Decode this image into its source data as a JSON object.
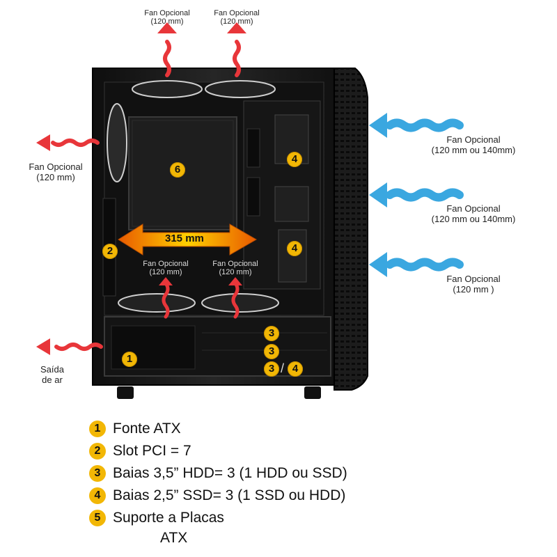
{
  "labels": {
    "top_fan_1": "Fan Opcional",
    "top_fan_1_size": "(120 mm)",
    "top_fan_2": "Fan Opcional",
    "top_fan_2_size": "(120 mm)",
    "rear_fan": "Fan Opcional",
    "rear_fan_size": "(120 mm)",
    "front_fan_1": "Fan Opcional",
    "front_fan_1_size": "(120 mm ou 140mm)",
    "front_fan_2": "Fan Opcional",
    "front_fan_2_size": "(120 mm ou 140mm)",
    "front_fan_3": "Fan Opcional",
    "front_fan_3_size": "(120 mm )",
    "bottom_fan_1": "Fan Opcional",
    "bottom_fan_1_size": "(120 mm)",
    "bottom_fan_2": "Fan Opcional",
    "bottom_fan_2_size": "(120 mm)",
    "air_exit_1": "Saída",
    "air_exit_2": "de ar",
    "dimension": "315 mm"
  },
  "badges": {
    "b6": "6",
    "b4a": "4",
    "b4b": "4",
    "b2": "2",
    "b1": "1",
    "b3a": "3",
    "b3b": "3",
    "b3c": "3",
    "b4c": "4",
    "slash": "/"
  },
  "legend": [
    {
      "num": "1",
      "text": "Fonte ATX"
    },
    {
      "num": "2",
      "text": "Slot PCI = 7"
    },
    {
      "num": "3",
      "text": "Baias 3,5” HDD= 3 (1 HDD ou SSD)"
    },
    {
      "num": "4",
      "text": "Baias 2,5” SSD= 3 (1 SSD ou HDD)"
    },
    {
      "num": "5",
      "text": "Suporte a Placas"
    }
  ],
  "legend_continuation": "ATX",
  "colors": {
    "badge": "#f2b705",
    "hot_arrow": "#e8363a",
    "cold_arrow": "#3aa7e0",
    "dimension_arrow": "#f08a00",
    "case_body": "#1b1b1b"
  }
}
